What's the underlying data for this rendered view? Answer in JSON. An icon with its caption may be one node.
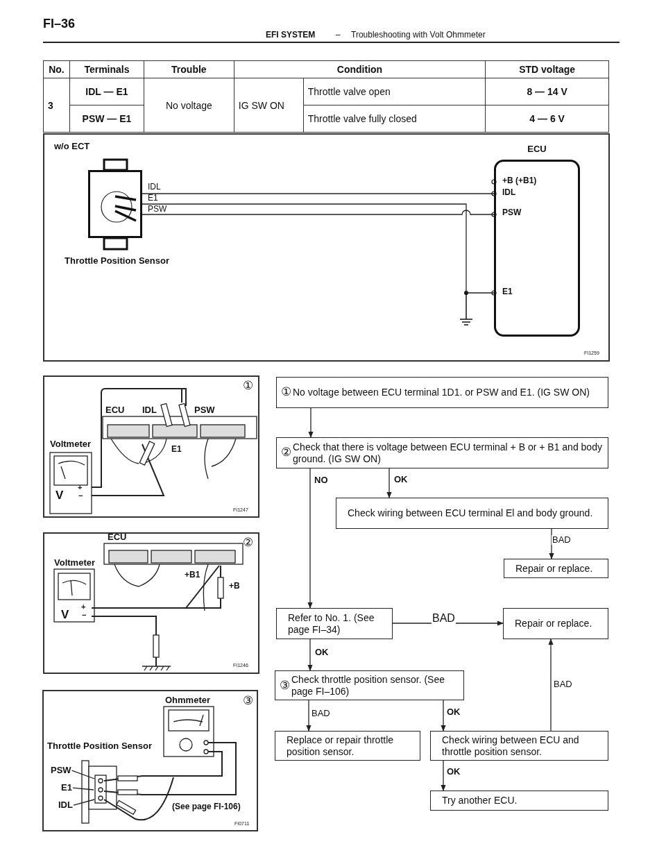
{
  "diagram": {
    "nodes": [
      {
        "text": [
          "①",
          "No voltage between ECU terminal 1D1. or PSW and E1. (IG SW ON)"
        ]
      },
      {
        "text": [
          "②",
          "Check that there is voltage between ECU terminal + B or + B1 and body ground. (IG SW ON)"
        ]
      },
      {
        "text": [
          "Check wiring between ECU terminal El and body ground."
        ]
      },
      {
        "text": [
          "Repair or replace."
        ]
      },
      {
        "text": [
          "Refer to No. 1. (See page FI–34)"
        ]
      },
      {
        "text": [
          "Repair or replace."
        ]
      },
      {
        "text": [
          "③",
          "Check throttle position sensor. (See page FI–106)"
        ]
      },
      {
        "text": [
          "Replace or repair throttle position sensor."
        ]
      },
      {
        "text": [
          "Check wiring between ECU and throttle position sensor."
        ]
      },
      {
        "text": [
          "Try another ECU."
        ]
      },
      {
        "text": [],
        "shape": "box",
        "beside": [
          "Throttle Position Sensor"
        ]
      },
      {
        "text": [
          "ECU"
        ]
      },
      {
        "text": [
          "PSW"
        ]
      },
      {
        "text": [
          "E1"
        ]
      },
      {
        "text": [
          "IDL"
        ]
      }
    ],
    "edges": [
      {
        "from": 0,
        "to": 1,
        "arrow": "to"
      },
      {
        "from": 1,
        "to": 4,
        "arrow": "to",
        "label": "NO"
      },
      {
        "from": 1,
        "to": 2,
        "arrow": "to",
        "label": "OK"
      },
      {
        "from": 2,
        "to": 3,
        "arrow": "to",
        "label": "BAD"
      },
      {
        "from": 4,
        "to": 5,
        "arrow": "to",
        "label": "BAD"
      },
      {
        "from": 4,
        "to": 6,
        "arrow": "to",
        "label": "OK"
      },
      {
        "from": 6,
        "to": 7,
        "arrow": "to",
        "label": "BAD"
      },
      {
        "from": 6,
        "to": 8,
        "arrow": "to",
        "label": "OK"
      },
      {
        "from": 8,
        "to": 5,
        "arrow": "to",
        "label": "BAD"
      },
      {
        "from": 8,
        "to": 9,
        "arrow": "to",
        "label": "OK"
      },
      {
        "from": 10,
        "to": 11,
        "arrow": "none"
      },
      {
        "from": 10,
        "to": 11,
        "arrow": "none"
      },
      {
        "from": 10,
        "to": 11,
        "arrow": "none"
      },
      {
        "from": 12,
        "to": null,
        "arrow": "none"
      },
      {
        "from": 13,
        "to": null,
        "arrow": "none"
      },
      {
        "from": 14,
        "to": null,
        "arrow": "none"
      }
    ],
    "labels": [
      "FI–36",
      "EFI SYSTEM",
      "–",
      "Troubleshooting with Volt Ohmmeter",
      "No.",
      "Terminals",
      "Trouble",
      "Condition",
      "STD voltage",
      "3",
      "IDL — E1",
      "No voltage",
      "IG SW ON",
      "Throttle valve open",
      "8 — 14 V",
      "PSW — E1",
      "Throttle valve fully closed",
      "4 — 6 V",
      "w/o ECT",
      "IDL",
      "E1",
      "PSW",
      "+B (+B1)",
      "IDL",
      "PSW",
      "E1",
      "FI1259",
      "①",
      "ECU",
      "IDL",
      "PSW",
      "Voltmeter",
      "E1",
      "V",
      "+",
      "−",
      "FI1247",
      "②",
      "ECU",
      "Voltmeter",
      "+B1",
      "+B",
      "V",
      "+",
      "−",
      "FI1246",
      "Ohmmeter",
      "③",
      "Throttle Position Sensor",
      "(See page FI-106)",
      "FI0711"
    ]
  }
}
